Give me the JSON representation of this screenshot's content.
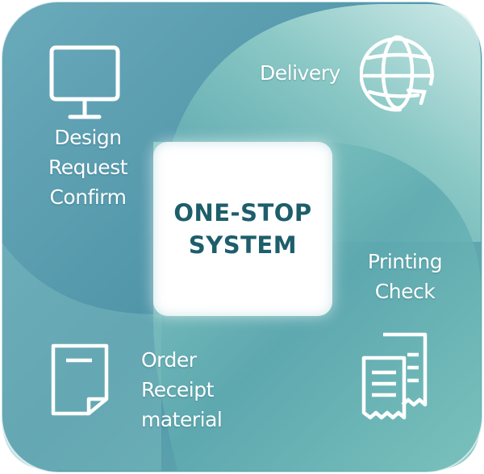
{
  "center": {
    "line1": "ONE-STOP",
    "line2": "SYSTEM"
  },
  "quadrants": [
    {
      "icon": "monitor-icon",
      "lines": [
        "Design",
        "Request",
        "Confirm"
      ]
    },
    {
      "icon": "globe-icon",
      "lines": [
        "Delivery"
      ]
    },
    {
      "icon": "receipts-icon",
      "lines": [
        "Printing",
        "Check"
      ]
    },
    {
      "icon": "document-icon",
      "lines": [
        "Order",
        "Receipt",
        "material"
      ]
    }
  ],
  "colors": {
    "dark_teal": "#4e93a8",
    "light_teal": "#9fd6cf",
    "title": "#1d5e6b"
  }
}
